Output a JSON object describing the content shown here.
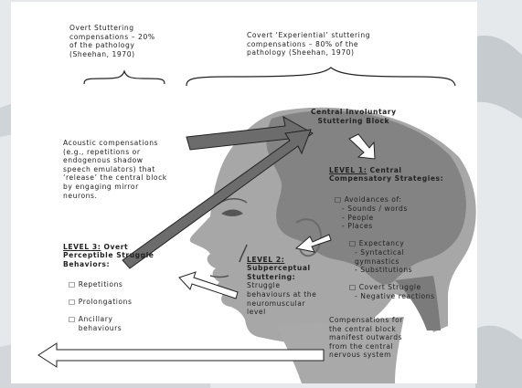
{
  "overt": {
    "title": "Overt Stuttering\ncompensations – 20%\nof the pathology\n(Sheehan, 1970)"
  },
  "covert": {
    "title": "Covert ‘Experiential’ stuttering\ncompensations – 80% of the\npathology (Sheehan, 1970)"
  },
  "acoustic": {
    "text": "Acoustic compensations\n(e.g., repetitions or\nendogenous shadow\nspeech emulators) that\n‘release’ the central block\nby engaging mirror\nneurons."
  },
  "central_block": {
    "text": "Central Involuntary\nStuttering Block"
  },
  "level1": {
    "label": "LEVEL 1:",
    "title_rest": " Central\nCompensatory Strategies:",
    "avoid_head": "Avoidances of:",
    "avoid_items": [
      "- Sounds / words",
      "- People",
      "- Places"
    ],
    "expectancy_head": "Expectancy",
    "expectancy_items": [
      "- Syntactical\n  gymnastics",
      "- Substitutions"
    ],
    "covert_head": "Covert Struggle",
    "covert_items": [
      "- Negative reactions"
    ]
  },
  "level2": {
    "label": "LEVEL 2:",
    "title_rest": "\nSubperceptual\nStuttering:",
    "desc": "Struggle\nbehaviours at the\nneuromuscular\nlevel"
  },
  "level3": {
    "label": "LEVEL 3:",
    "title_rest": " Overt\nPerceptible Struggle\nBehaviors:",
    "items": [
      "Repetitions",
      "Prolongations",
      "Ancillary\nbehaviours"
    ]
  },
  "outward": {
    "text": "Compensations for\nthe central block\nmanifest outwards\nfrom the central\nnervous system"
  },
  "colors": {
    "head": "#a7a7a7",
    "brain": "#838383",
    "arrow": "#6c6c6c"
  }
}
